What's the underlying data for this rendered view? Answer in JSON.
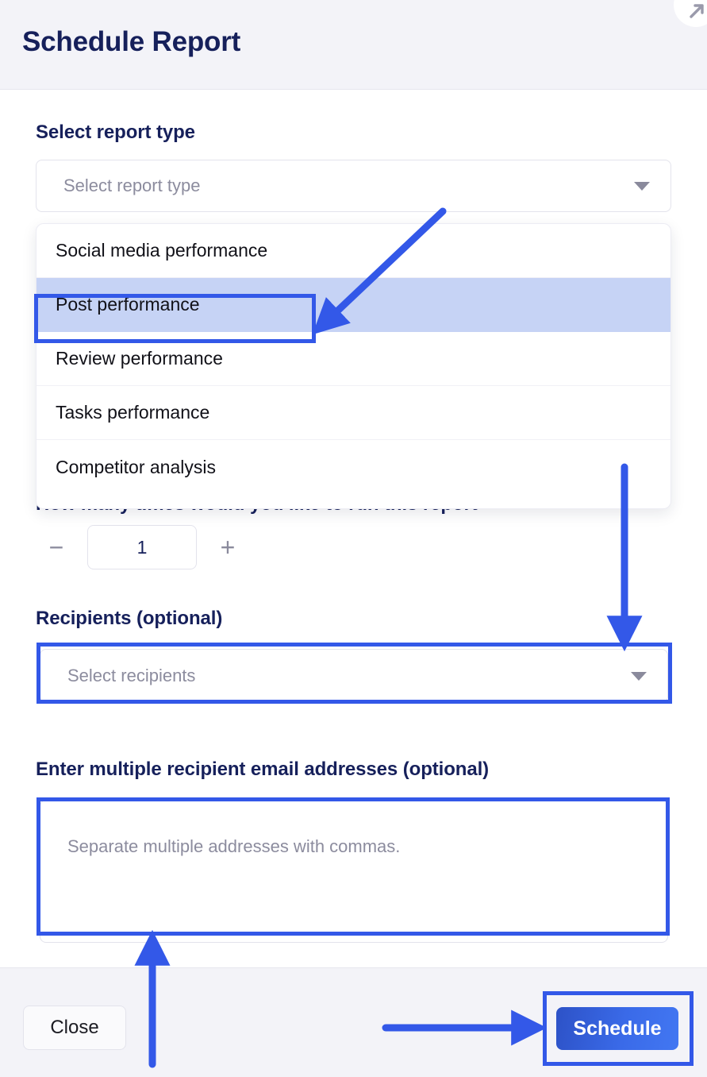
{
  "header": {
    "title": "Schedule Report",
    "expand_icon": "expand-arrow-icon"
  },
  "form": {
    "report_type": {
      "label": "Select report type",
      "placeholder": "Select report type",
      "caret_icon": "chevron-down-icon",
      "options": [
        {
          "label": "Social media performance",
          "selected": false
        },
        {
          "label": "Post performance",
          "selected": true
        },
        {
          "label": "Review performance",
          "selected": false
        },
        {
          "label": "Tasks performance",
          "selected": false
        },
        {
          "label": "Competitor analysis",
          "selected": false
        }
      ]
    },
    "run_count": {
      "label": "How many times would you like to run this report",
      "value": "1",
      "decrement_label": "−",
      "increment_label": "+"
    },
    "recipients": {
      "label": "Recipients (optional)",
      "placeholder": "Select recipients",
      "caret_icon": "chevron-down-icon"
    },
    "emails": {
      "label": "Enter multiple recipient email addresses (optional)",
      "placeholder": "Separate multiple addresses with commas."
    }
  },
  "footer": {
    "close_label": "Close",
    "schedule_label": "Schedule"
  },
  "colors": {
    "annotation": "#3358e8",
    "title": "#16205b",
    "header_bg": "#f3f3f8",
    "option_selected_bg": "#c6d3f5",
    "schedule_from": "#2d52c7",
    "schedule_to": "#4277f2"
  }
}
